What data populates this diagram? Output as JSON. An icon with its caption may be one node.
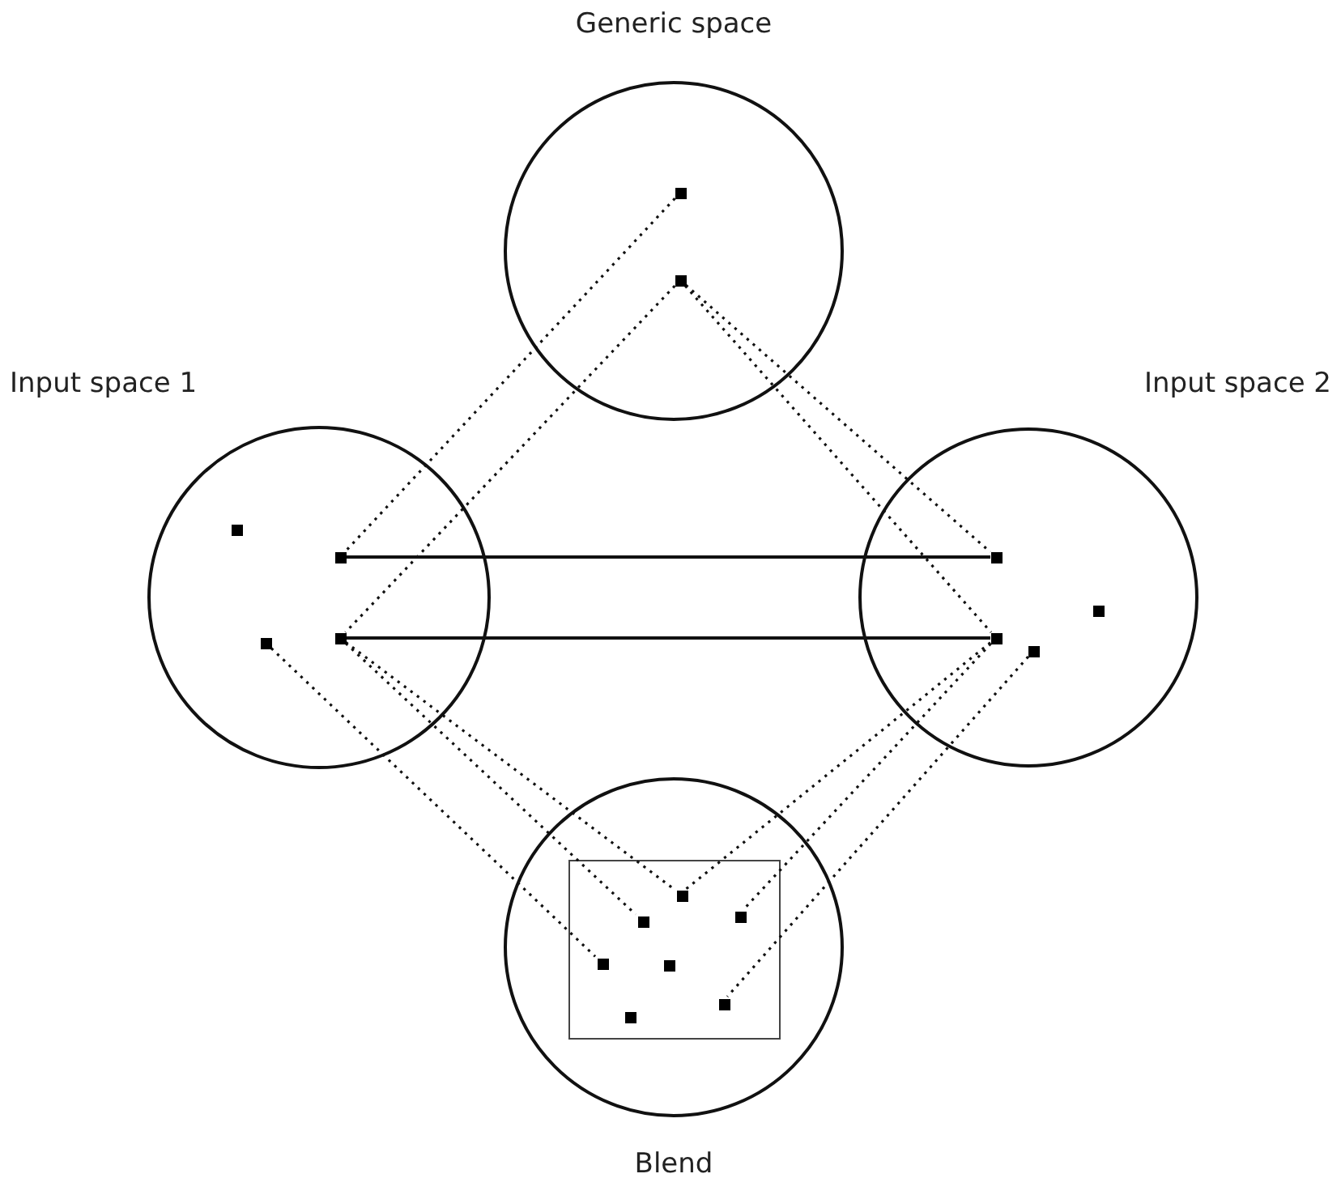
{
  "diagram": {
    "nodes": [
      {
        "text": [
          "Generic space"
        ]
      },
      {
        "text": [],
        "shape": "box",
        "in": 0
      },
      {
        "text": [],
        "shape": "box",
        "in": 0
      },
      {
        "text": [
          "Input space 1"
        ]
      },
      {
        "text": [],
        "shape": "box",
        "in": 3
      },
      {
        "text": [],
        "shape": "box",
        "in": 3
      },
      {
        "text": [],
        "shape": "box",
        "in": 3
      },
      {
        "text": [],
        "shape": "box",
        "in": 3
      },
      {
        "text": [
          "Input space 2"
        ]
      },
      {
        "text": [],
        "shape": "box",
        "in": 8
      },
      {
        "text": [],
        "shape": "box",
        "in": 8
      },
      {
        "text": [],
        "shape": "box",
        "in": 8
      },
      {
        "text": [],
        "shape": "box",
        "in": 8
      },
      {
        "text": [
          "Blend"
        ]
      },
      {
        "text": [],
        "shape": "box",
        "in": 13
      },
      {
        "text": [],
        "shape": "box",
        "in": 14
      },
      {
        "text": [],
        "shape": "box",
        "in": 14
      },
      {
        "text": [],
        "shape": "box",
        "in": 14
      },
      {
        "text": [],
        "shape": "box",
        "in": 14
      },
      {
        "text": [],
        "shape": "box",
        "in": 14
      },
      {
        "text": [],
        "shape": "box",
        "in": 14
      },
      {
        "text": [],
        "shape": "box",
        "in": 14
      }
    ],
    "edges": [
      {
        "from": 1,
        "to": 5,
        "arrow": "none",
        "style": "dashed"
      },
      {
        "from": 2,
        "to": 7,
        "arrow": "none",
        "style": "dashed"
      },
      {
        "from": 2,
        "to": 9,
        "arrow": "none",
        "style": "dashed"
      },
      {
        "from": 2,
        "to": 12,
        "arrow": "none",
        "style": "dashed"
      },
      {
        "from": 5,
        "to": 9,
        "arrow": "none"
      },
      {
        "from": 7,
        "to": 12,
        "arrow": "none"
      },
      {
        "from": 7,
        "to": 15,
        "arrow": "none",
        "style": "dashed"
      },
      {
        "from": 7,
        "to": 16,
        "arrow": "none",
        "style": "dashed"
      },
      {
        "from": 6,
        "to": 18,
        "arrow": "none",
        "style": "dashed"
      },
      {
        "from": 12,
        "to": 15,
        "arrow": "none",
        "style": "dashed"
      },
      {
        "from": 12,
        "to": 17,
        "arrow": "none",
        "style": "dashed"
      },
      {
        "from": 11,
        "to": 21,
        "arrow": "none",
        "style": "dashed"
      }
    ]
  }
}
